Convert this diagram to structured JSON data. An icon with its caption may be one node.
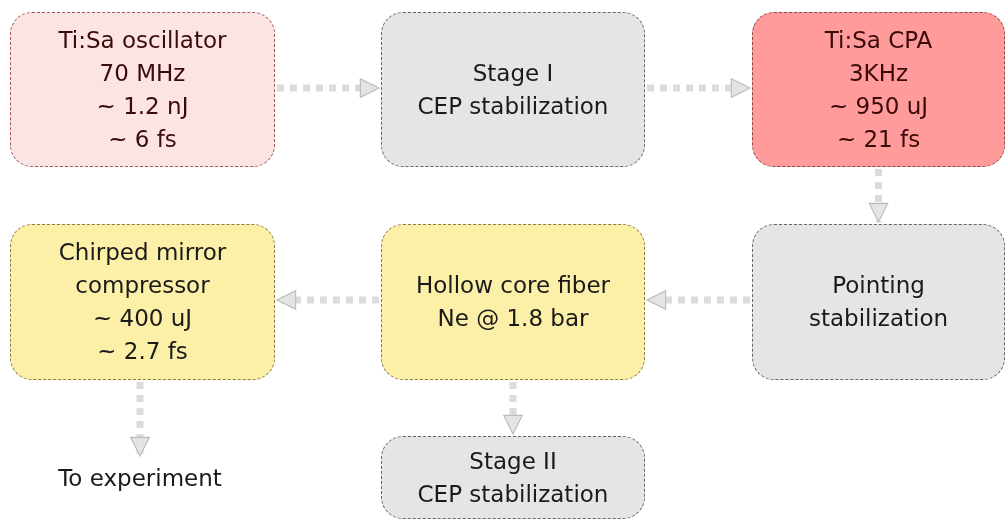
{
  "diagram": {
    "nodes": [
      {
        "text": [
          "Ti:Sa oscillator",
          "70 MHz",
          "~ 1.2 nJ",
          "~ 6 fs"
        ]
      },
      {
        "text": [
          "Stage I",
          "CEP stabilization"
        ]
      },
      {
        "text": [
          "Ti:Sa CPA",
          "3KHz",
          "~ 950 uJ",
          "~ 21 fs"
        ]
      },
      {
        "text": [
          "Pointing stabilization"
        ]
      },
      {
        "text": [
          "Hollow core fiber",
          "Ne @ 1.8 bar"
        ]
      },
      {
        "text": [
          "Chirped mirror compressor",
          "~ 400 uJ",
          "~ 2.7 fs"
        ]
      },
      {
        "text": [
          "Stage II",
          "CEP stabilization"
        ]
      },
      {
        "text": [
          "To experiment"
        ]
      }
    ],
    "edges": [
      {
        "from": 0,
        "to": 1,
        "arrow": "to"
      },
      {
        "from": 1,
        "to": 2,
        "arrow": "to"
      },
      {
        "from": 2,
        "to": 3,
        "arrow": "to"
      },
      {
        "from": 3,
        "to": 4,
        "arrow": "to"
      },
      {
        "from": 4,
        "to": 5,
        "arrow": "to"
      },
      {
        "from": 4,
        "to": 6,
        "arrow": "to"
      },
      {
        "from": 5,
        "to": 7,
        "arrow": "to"
      }
    ]
  }
}
